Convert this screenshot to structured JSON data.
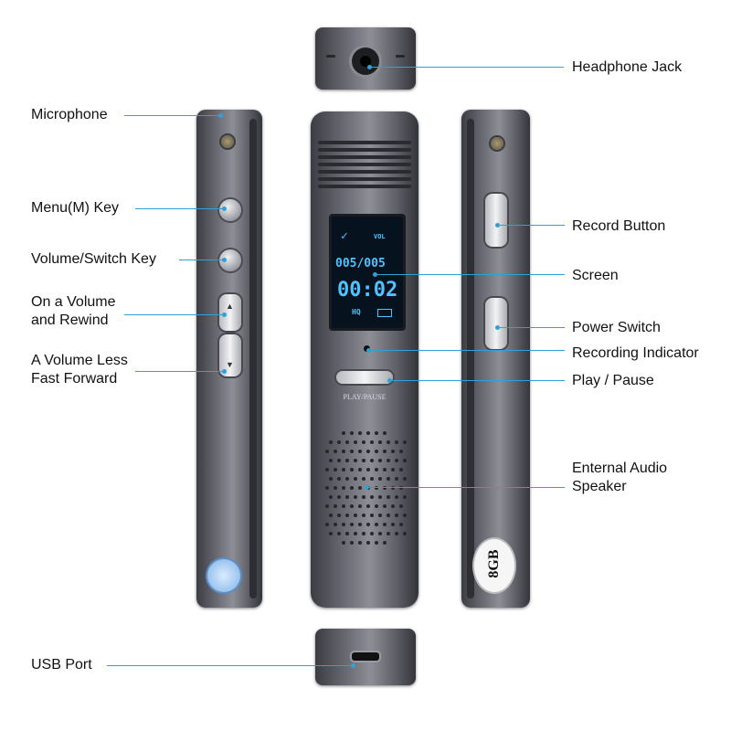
{
  "labels": {
    "headphone_jack": "Headphone Jack",
    "microphone": "Microphone",
    "menu_key": "Menu(M) Key",
    "volume_switch_key": "Volume/Switch Key",
    "volume_up_rewind": "On a Volume\nand Rewind",
    "volume_down_forward": "A Volume Less\nFast Forward",
    "record_button": "Record Button",
    "screen": "Screen",
    "power_switch": "Power Switch",
    "recording_indicator": "Recording Indicator",
    "play_pause": "Play / Pause",
    "speaker": "Enternal Audio\nSpeaker",
    "usb_port": "USB Port"
  },
  "device": {
    "play_pause_caption": "PLAY/PAUSE",
    "storage_badge": "8GB",
    "lcd": {
      "track": "005/005",
      "time": "00:02",
      "quality": "HQ",
      "vol": "VOL"
    }
  },
  "colors": {
    "leader_line": "#2fa0d8",
    "lcd_text": "#4fc3ff",
    "body": "#6f7079"
  }
}
